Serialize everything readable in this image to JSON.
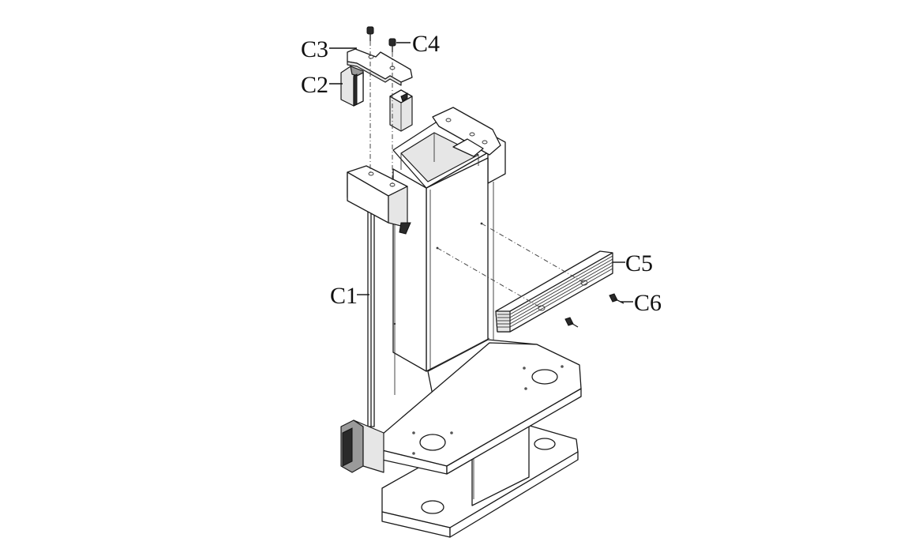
{
  "diagram": {
    "labels": {
      "c1": "C1",
      "c2": "C2",
      "c3": "C3",
      "c4": "C4",
      "c5": "C5",
      "c6": "C6"
    }
  }
}
